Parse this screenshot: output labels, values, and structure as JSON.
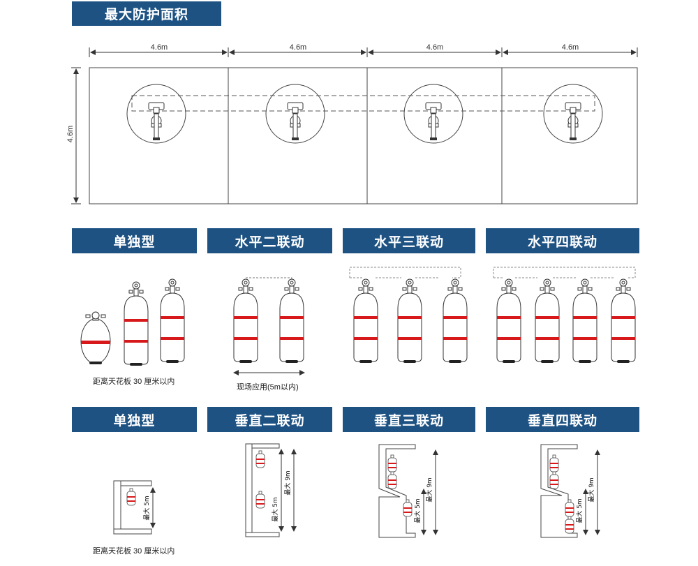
{
  "title": "最大防护面积",
  "dimensions": {
    "width": "4.6m",
    "height": "4.6m"
  },
  "horizontal_headers": [
    "单独型",
    "水平二联动",
    "水平三联动",
    "水平四联动"
  ],
  "vertical_headers": [
    "单独型",
    "垂直二联动",
    "垂直三联动",
    "垂直四联动"
  ],
  "captions": {
    "ceiling": "距离天花板 30 厘米以内",
    "onsite": "现场应用(5m以内)",
    "ceiling2": "距离天花板 30 厘米以内"
  },
  "vertical_labels": {
    "max5": "最大 5m",
    "max9": "最大 9m"
  },
  "colors": {
    "header_bg": "#1d5283",
    "band": "#d7191c"
  }
}
